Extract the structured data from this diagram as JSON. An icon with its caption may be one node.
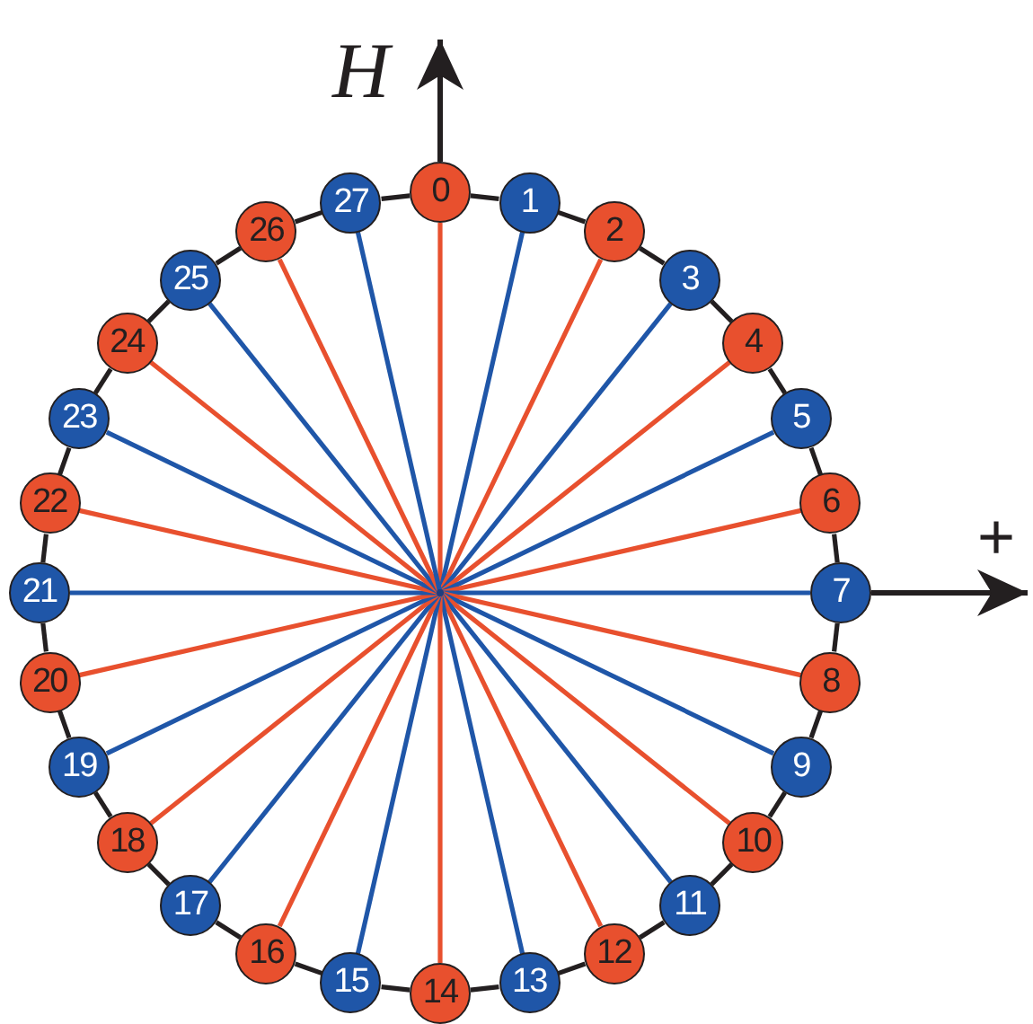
{
  "diagram": {
    "nodes": [
      {
        "text": [
          "0"
        ]
      },
      {
        "text": [
          "1"
        ]
      },
      {
        "text": [
          "2"
        ]
      },
      {
        "text": [
          "3"
        ]
      },
      {
        "text": [
          "4"
        ]
      },
      {
        "text": [
          "5"
        ]
      },
      {
        "text": [
          "6"
        ]
      },
      {
        "text": [
          "7"
        ]
      },
      {
        "text": [
          "8"
        ]
      },
      {
        "text": [
          "9"
        ]
      },
      {
        "text": [
          "10"
        ]
      },
      {
        "text": [
          "11"
        ]
      },
      {
        "text": [
          "12"
        ]
      },
      {
        "text": [
          "13"
        ]
      },
      {
        "text": [
          "14"
        ]
      },
      {
        "text": [
          "15"
        ]
      },
      {
        "text": [
          "16"
        ]
      },
      {
        "text": [
          "17"
        ]
      },
      {
        "text": [
          "18"
        ]
      },
      {
        "text": [
          "19"
        ]
      },
      {
        "text": [
          "20"
        ]
      },
      {
        "text": [
          "21"
        ]
      },
      {
        "text": [
          "22"
        ]
      },
      {
        "text": [
          "23"
        ]
      },
      {
        "text": [
          "24"
        ]
      },
      {
        "text": [
          "25"
        ]
      },
      {
        "text": [
          "26"
        ]
      },
      {
        "text": [
          "27"
        ]
      },
      {
        "text": [],
        "shape": "point"
      }
    ],
    "edges": [
      {
        "from": 0,
        "to": 1,
        "arrow": "none",
        "color": "#231f20"
      },
      {
        "from": 1,
        "to": 2,
        "arrow": "none",
        "color": "#231f20"
      },
      {
        "from": 2,
        "to": 3,
        "arrow": "none",
        "color": "#231f20"
      },
      {
        "from": 3,
        "to": 4,
        "arrow": "none",
        "color": "#231f20"
      },
      {
        "from": 4,
        "to": 5,
        "arrow": "none",
        "color": "#231f20"
      },
      {
        "from": 5,
        "to": 6,
        "arrow": "none",
        "color": "#231f20"
      },
      {
        "from": 6,
        "to": 7,
        "arrow": "none",
        "color": "#231f20"
      },
      {
        "from": 7,
        "to": 8,
        "arrow": "none",
        "color": "#231f20"
      },
      {
        "from": 8,
        "to": 9,
        "arrow": "none",
        "color": "#231f20"
      },
      {
        "from": 9,
        "to": 10,
        "arrow": "none",
        "color": "#231f20"
      },
      {
        "from": 10,
        "to": 11,
        "arrow": "none",
        "color": "#231f20"
      },
      {
        "from": 11,
        "to": 12,
        "arrow": "none",
        "color": "#231f20"
      },
      {
        "from": 12,
        "to": 13,
        "arrow": "none",
        "color": "#231f20"
      },
      {
        "from": 13,
        "to": 14,
        "arrow": "none",
        "color": "#231f20"
      },
      {
        "from": 14,
        "to": 15,
        "arrow": "none",
        "color": "#231f20"
      },
      {
        "from": 15,
        "to": 16,
        "arrow": "none",
        "color": "#231f20"
      },
      {
        "from": 16,
        "to": 17,
        "arrow": "none",
        "color": "#231f20"
      },
      {
        "from": 17,
        "to": 18,
        "arrow": "none",
        "color": "#231f20"
      },
      {
        "from": 18,
        "to": 19,
        "arrow": "none",
        "color": "#231f20"
      },
      {
        "from": 19,
        "to": 20,
        "arrow": "none",
        "color": "#231f20"
      },
      {
        "from": 20,
        "to": 21,
        "arrow": "none",
        "color": "#231f20"
      },
      {
        "from": 21,
        "to": 22,
        "arrow": "none",
        "color": "#231f20"
      },
      {
        "from": 22,
        "to": 23,
        "arrow": "none",
        "color": "#231f20"
      },
      {
        "from": 23,
        "to": 24,
        "arrow": "none",
        "color": "#231f20"
      },
      {
        "from": 24,
        "to": 25,
        "arrow": "none",
        "color": "#231f20"
      },
      {
        "from": 25,
        "to": 26,
        "arrow": "none",
        "color": "#231f20"
      },
      {
        "from": 26,
        "to": 27,
        "arrow": "none",
        "color": "#231f20"
      },
      {
        "from": 27,
        "to": 0,
        "arrow": "none",
        "color": "#231f20"
      },
      {
        "from": 28,
        "to": 0,
        "arrow": "none",
        "color": "#e8502e"
      },
      {
        "from": 28,
        "to": 1,
        "arrow": "none",
        "color": "#1f56a8"
      },
      {
        "from": 28,
        "to": 2,
        "arrow": "none",
        "color": "#e8502e"
      },
      {
        "from": 28,
        "to": 3,
        "arrow": "none",
        "color": "#1f56a8"
      },
      {
        "from": 28,
        "to": 4,
        "arrow": "none",
        "color": "#e8502e"
      },
      {
        "from": 28,
        "to": 5,
        "arrow": "none",
        "color": "#1f56a8"
      },
      {
        "from": 28,
        "to": 6,
        "arrow": "none",
        "color": "#e8502e"
      },
      {
        "from": 28,
        "to": 7,
        "arrow": "none",
        "color": "#1f56a8"
      },
      {
        "from": 28,
        "to": 8,
        "arrow": "none",
        "color": "#e8502e"
      },
      {
        "from": 28,
        "to": 9,
        "arrow": "none",
        "color": "#1f56a8"
      },
      {
        "from": 28,
        "to": 10,
        "arrow": "none",
        "color": "#e8502e"
      },
      {
        "from": 28,
        "to": 11,
        "arrow": "none",
        "color": "#1f56a8"
      },
      {
        "from": 28,
        "to": 12,
        "arrow": "none",
        "color": "#e8502e"
      },
      {
        "from": 28,
        "to": 13,
        "arrow": "none",
        "color": "#1f56a8"
      },
      {
        "from": 28,
        "to": 14,
        "arrow": "none",
        "color": "#e8502e"
      },
      {
        "from": 28,
        "to": 15,
        "arrow": "none",
        "color": "#1f56a8"
      },
      {
        "from": 28,
        "to": 16,
        "arrow": "none",
        "color": "#e8502e"
      },
      {
        "from": 28,
        "to": 17,
        "arrow": "none",
        "color": "#1f56a8"
      },
      {
        "from": 28,
        "to": 18,
        "arrow": "none",
        "color": "#e8502e"
      },
      {
        "from": 28,
        "to": 19,
        "arrow": "none",
        "color": "#1f56a8"
      },
      {
        "from": 28,
        "to": 20,
        "arrow": "none",
        "color": "#e8502e"
      },
      {
        "from": 28,
        "to": 21,
        "arrow": "none",
        "color": "#1f56a8"
      },
      {
        "from": 28,
        "to": 22,
        "arrow": "none",
        "color": "#e8502e"
      },
      {
        "from": 28,
        "to": 23,
        "arrow": "none",
        "color": "#1f56a8"
      },
      {
        "from": 28,
        "to": 24,
        "arrow": "none",
        "color": "#e8502e"
      },
      {
        "from": 28,
        "to": 25,
        "arrow": "none",
        "color": "#1f56a8"
      },
      {
        "from": 28,
        "to": 26,
        "arrow": "none",
        "color": "#e8502e"
      },
      {
        "from": 28,
        "to": 27,
        "arrow": "none",
        "color": "#1f56a8"
      }
    ],
    "labels": [
      "H",
      "+"
    ]
  }
}
